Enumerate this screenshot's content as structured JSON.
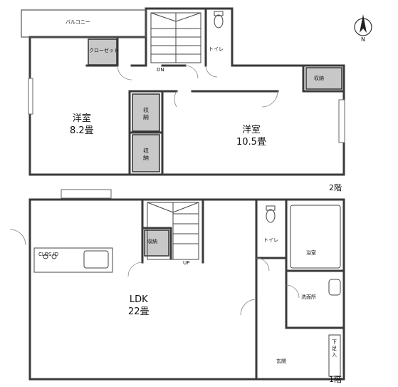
{
  "floor2": {
    "label": "2階",
    "balcony": "バルコニー",
    "closet": "クローゼット",
    "toilet": "トイレ",
    "storage_top_right": "収納",
    "storage_mid_1": "収納",
    "storage_mid_2": "収納",
    "room_west": {
      "name": "洋室",
      "size": "8.2畳"
    },
    "room_east": {
      "name": "洋室",
      "size": "10.5畳"
    },
    "stair_dn": "DN"
  },
  "floor1": {
    "label": "1階",
    "ldk": {
      "name": "LDK",
      "size": "22畳"
    },
    "storage": "収納",
    "toilet": "トイレ",
    "bath": "浴室",
    "washroom": "洗面所",
    "entrance": "玄関",
    "shoebox": "下足入",
    "stair_up": "UP",
    "kitchen_mark": "CLOS ID"
  },
  "north_mark": "N"
}
